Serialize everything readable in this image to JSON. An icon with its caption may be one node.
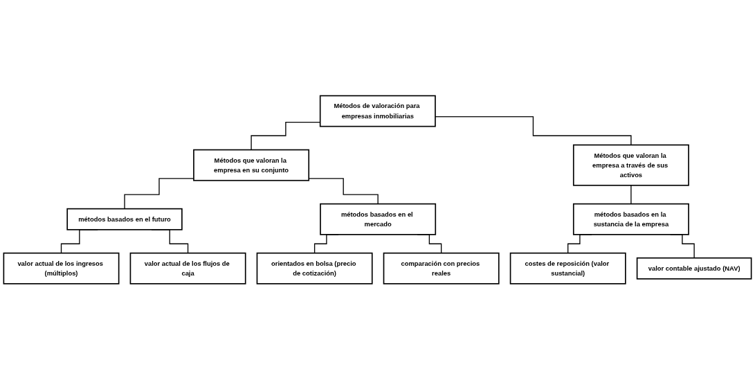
{
  "diagram": {
    "nodes": [
      {
        "text": [
          "Métodos de valoración para empresas inmobiliarias"
        ]
      },
      {
        "text": [
          "Métodos que valoran la empresa en su conjunto"
        ]
      },
      {
        "text": [
          "Métodos que valoran la empresa a través de sus activos"
        ]
      },
      {
        "text": [
          "métodos basados en el futuro"
        ]
      },
      {
        "text": [
          "métodos basados en el mercado"
        ]
      },
      {
        "text": [
          "métodos basados en la sustancia de la empresa"
        ]
      },
      {
        "text": [
          "valor actual de los ingresos (múltiplos)"
        ]
      },
      {
        "text": [
          "valor actual de los flujos de caja"
        ]
      },
      {
        "text": [
          "orientados en bolsa (precio de cotización)"
        ]
      },
      {
        "text": [
          "comparación con precios reales"
        ]
      },
      {
        "text": [
          "costes de reposición (valor sustancial)"
        ]
      },
      {
        "text": [
          "valor contable ajustado (NAV)"
        ]
      }
    ],
    "edges": [
      {
        "from": 0,
        "to": 1,
        "arrow": "none"
      },
      {
        "from": 0,
        "to": 2,
        "arrow": "none"
      },
      {
        "from": 1,
        "to": 3,
        "arrow": "none"
      },
      {
        "from": 1,
        "to": 4,
        "arrow": "none"
      },
      {
        "from": 2,
        "to": 5,
        "arrow": "none"
      },
      {
        "from": 3,
        "to": 6,
        "arrow": "none"
      },
      {
        "from": 3,
        "to": 7,
        "arrow": "none"
      },
      {
        "from": 4,
        "to": 8,
        "arrow": "none"
      },
      {
        "from": 4,
        "to": 9,
        "arrow": "none"
      },
      {
        "from": 5,
        "to": 10,
        "arrow": "none"
      },
      {
        "from": 5,
        "to": 11,
        "arrow": "none"
      }
    ]
  }
}
